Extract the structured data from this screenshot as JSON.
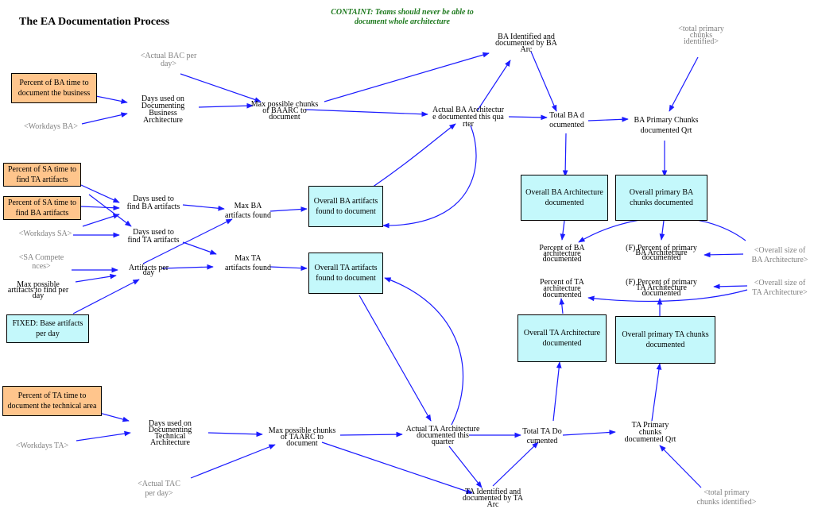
{
  "title": "The EA Documentation Process",
  "constraint": "CONTAINT: Teams should never be able to\ndocument whole architecture",
  "colors": {
    "arrow": "#1a1aff",
    "stock": "#c4f8fb",
    "input": "#ffc58c",
    "shadow": "#7f7f7f",
    "constraint": "#1f7a1f"
  },
  "boxes": {
    "pct_ba_doc": "Percent of BA time to\ndocument the business",
    "pct_sa_ta": "Percent of SA time to\nfind TA artifacts",
    "pct_sa_ba": "Percent of SA time to\nfind BA artifacts",
    "fixed_base": "FIXED: Base artifacts\nper day",
    "pct_ta_doc": "Percent of TA time to\ndocument the technical area",
    "overall_ba_found": "Overall BA artifacts\nfound to document",
    "overall_ta_found": "Overall TA artifacts\nfound to document",
    "overall_ba_arch": "Overall BA Architecture\ndocumented",
    "overall_primary_ba": "Overall primary BA\nchunks documented",
    "overall_ta_arch": "Overall TA Architecture\ndocumented",
    "overall_primary_ta": "Overall primary TA chunks\ndocumented"
  },
  "labels": {
    "actual_bac": "<Actual BAC per\nday>",
    "workdays_ba": "<Workdays BA>",
    "days_doc_ba": "Days used on\nDocumenting\nBusiness\nArchitecture",
    "max_chunks_ba": "Max possible chunks\nof BAARC to\ndocument",
    "ba_identified": "BA Identified and\ndocumented by BA\nArc",
    "actual_ba_arch": "Actual BA Architectur\ne documented this qua\nrter",
    "total_ba_doc": "Total BA d\nocumented",
    "ba_primary_chunks": "BA Primary Chunks\ndocumented Qrt",
    "total_primary_top": "<total primary\nchunks\nidentified>",
    "days_find_ba": "Days used to\nfind BA artifacts",
    "days_find_ta": "Days used to\nfind TA artifacts",
    "workdays_sa": "<Workdays SA>",
    "max_ba_found": "Max BA\nartifacts found",
    "max_ta_found": "Max TA\nartifacts found",
    "sa_competences": "<SA Compete\nnces>",
    "artifacts_per_day": "Artifacts per\nday",
    "max_possible_find": "Max possible\nartifacts to find per\nday",
    "pct_ba_arch_doc": "Percent of BA\narchitecture\ndocumented",
    "pct_primary_ba": "(F) Percent of primary\nBA Architecture\ndocumented",
    "overall_size_ba": "<Overall size of\nBA Architecture>",
    "pct_ta_arch_doc": "Percent of TA\narchitecture\ndocumented",
    "pct_primary_ta": "(F) Percent of primary\nTA Architecture\ndocumented",
    "overall_size_ta": "<Overall size of\nTA Architecture>",
    "days_doc_ta": "Days used on\nDocumenting\nTechnical\nArchitecture",
    "workdays_ta": "<Workdays TA>",
    "max_chunks_ta": "Max possible chunks\nof TAARC to\ndocument",
    "actual_ta_arch": "Actual TA Architecture\ndocumented this\nquarter",
    "total_ta_doc": "Total TA Do\ncumented",
    "ta_primary_chunks": "TA Primary\nchunks\ndocumented Qrt",
    "actual_tac": "<Actual TAC\nper day>",
    "ta_identified": "TA Identified and\ndocumented by TA\nArc",
    "total_primary_bottom": "<total primary\nchunks identified>"
  }
}
